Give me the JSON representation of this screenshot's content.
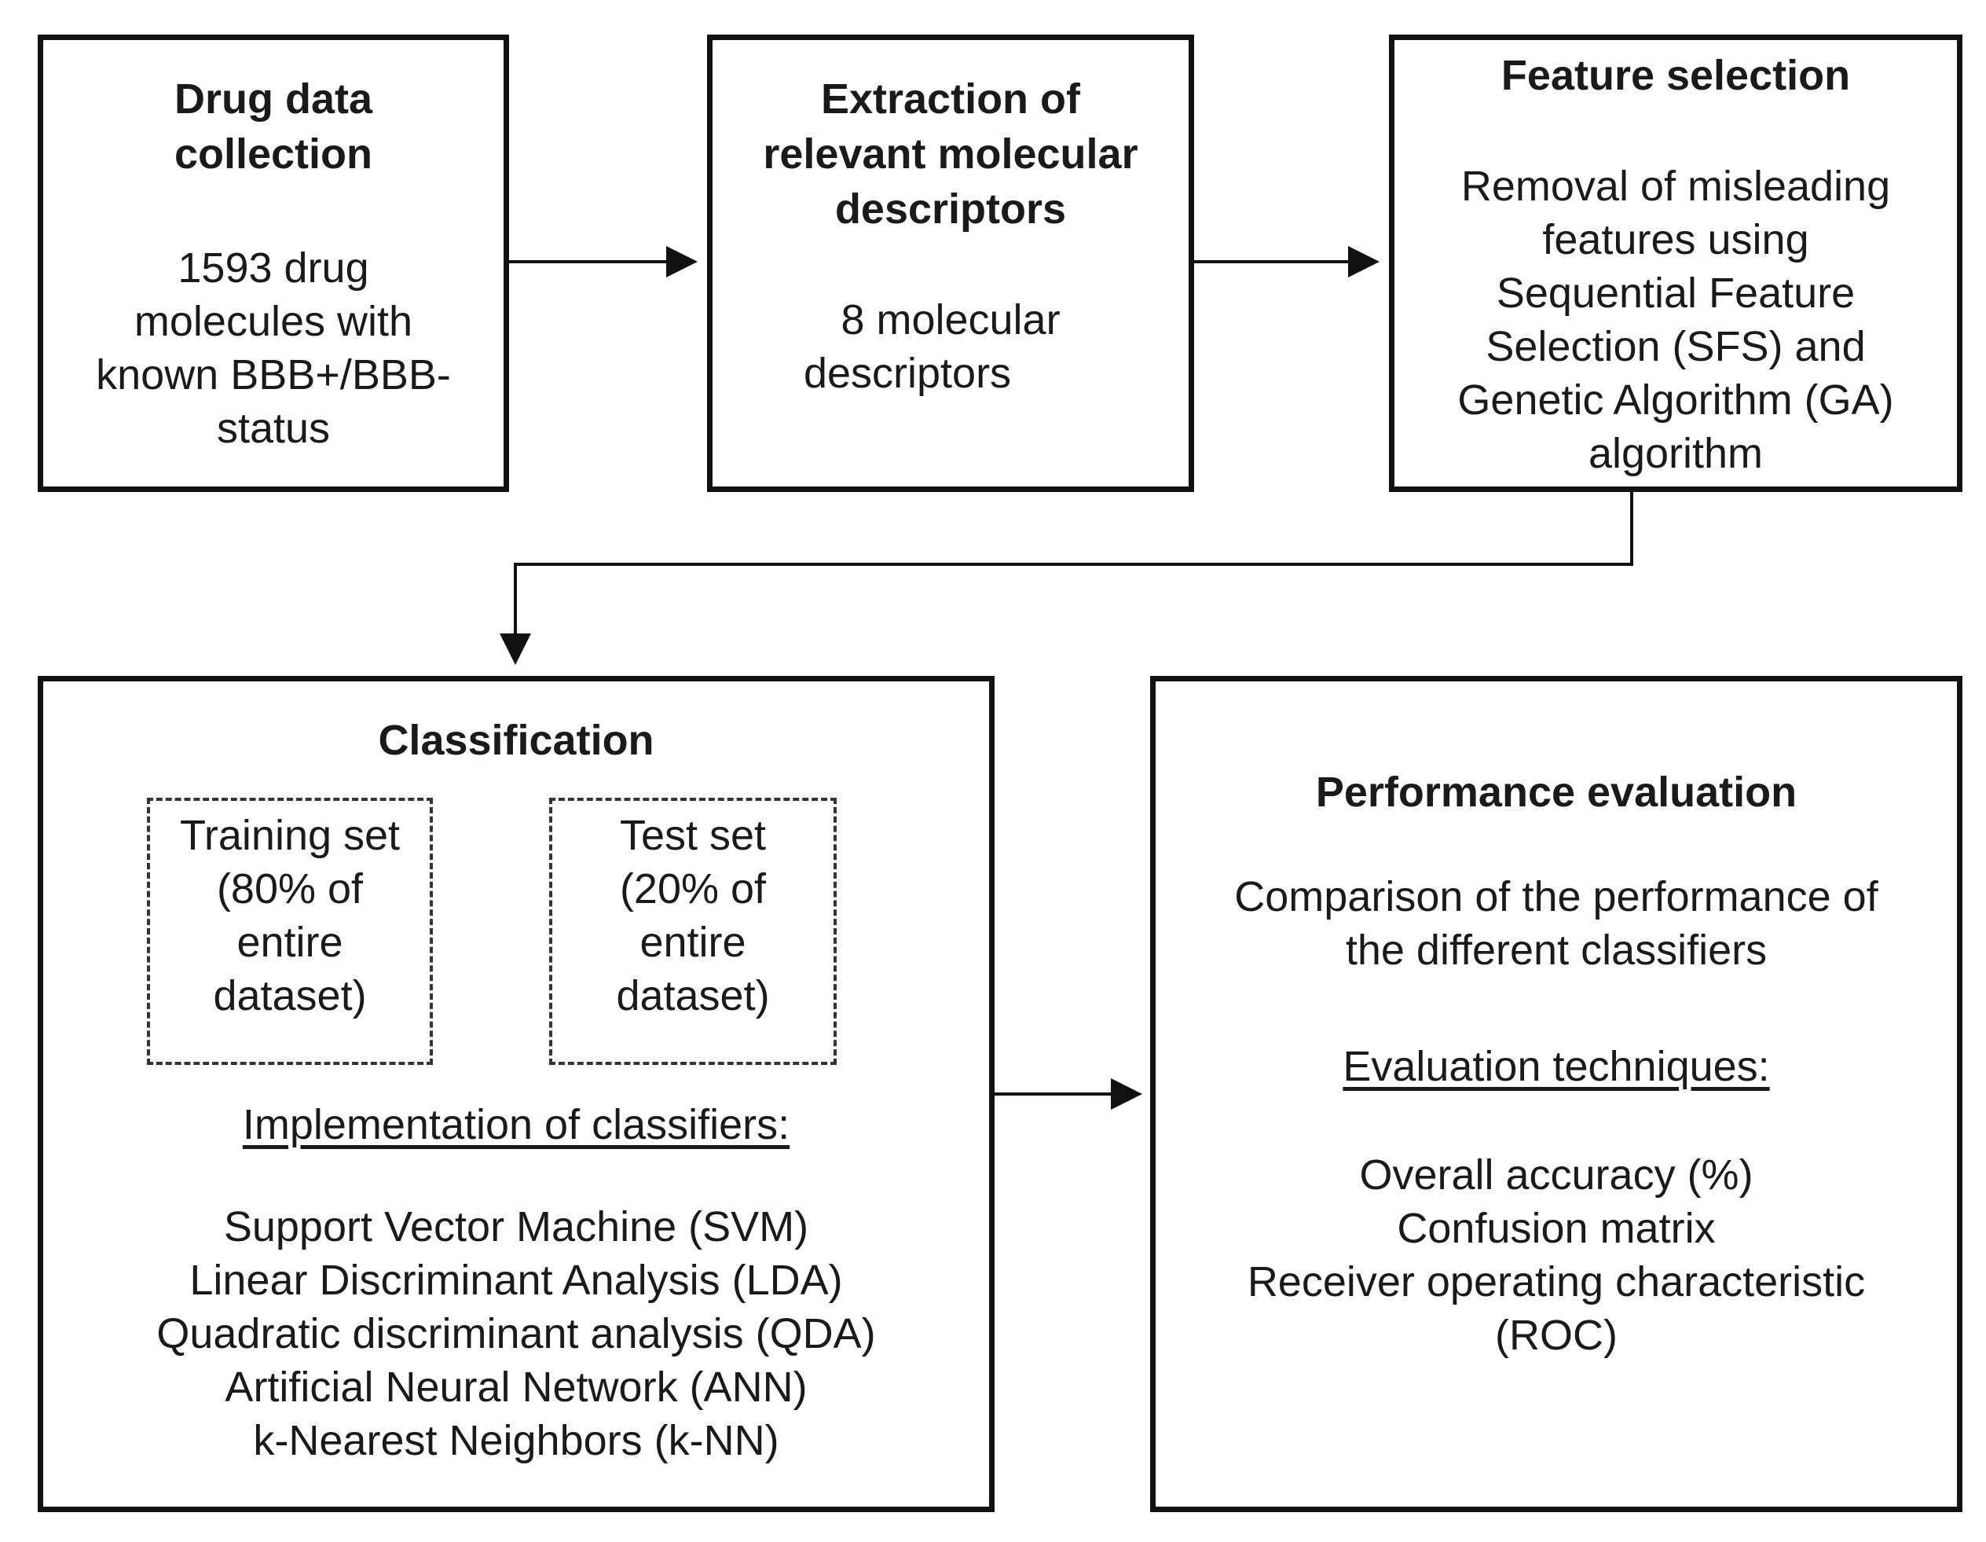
{
  "boxes": {
    "collection": {
      "title_lines": [
        "Drug data",
        "collection"
      ],
      "body_lines": [
        "1593 drug",
        "molecules with",
        "known BBB+/BBB-",
        "status"
      ]
    },
    "extraction": {
      "title_lines": [
        "Extraction of",
        "relevant molecular",
        "descriptors"
      ],
      "body_lines": [
        "8 molecular",
        "descriptors"
      ]
    },
    "feature_selection": {
      "title": "Feature selection",
      "body_lines": [
        "Removal of misleading",
        "features using",
        "Sequential Feature",
        "Selection (SFS) and",
        "Genetic Algorithm (GA)",
        "algorithm"
      ]
    },
    "classification": {
      "title": "Classification",
      "training_lines": [
        "Training set",
        "(80% of",
        "entire",
        "dataset)"
      ],
      "test_lines": [
        "Test set",
        "(20% of",
        "entire",
        "dataset)"
      ],
      "subheading": "Implementation of classifiers:",
      "classifiers": [
        "Support Vector Machine (SVM)",
        "Linear Discriminant Analysis (LDA)",
        "Quadratic discriminant analysis (QDA)",
        "Artificial Neural Network (ANN)",
        "k-Nearest Neighbors (k-NN)"
      ]
    },
    "evaluation": {
      "title": "Performance evaluation",
      "body_lines": [
        "Comparison of the performance of",
        "the different classifiers"
      ],
      "subheading": "Evaluation techniques:",
      "techniques": [
        "Overall accuracy (%)",
        "Confusion matrix",
        "Receiver operating characteristic",
        "(ROC)"
      ]
    }
  }
}
